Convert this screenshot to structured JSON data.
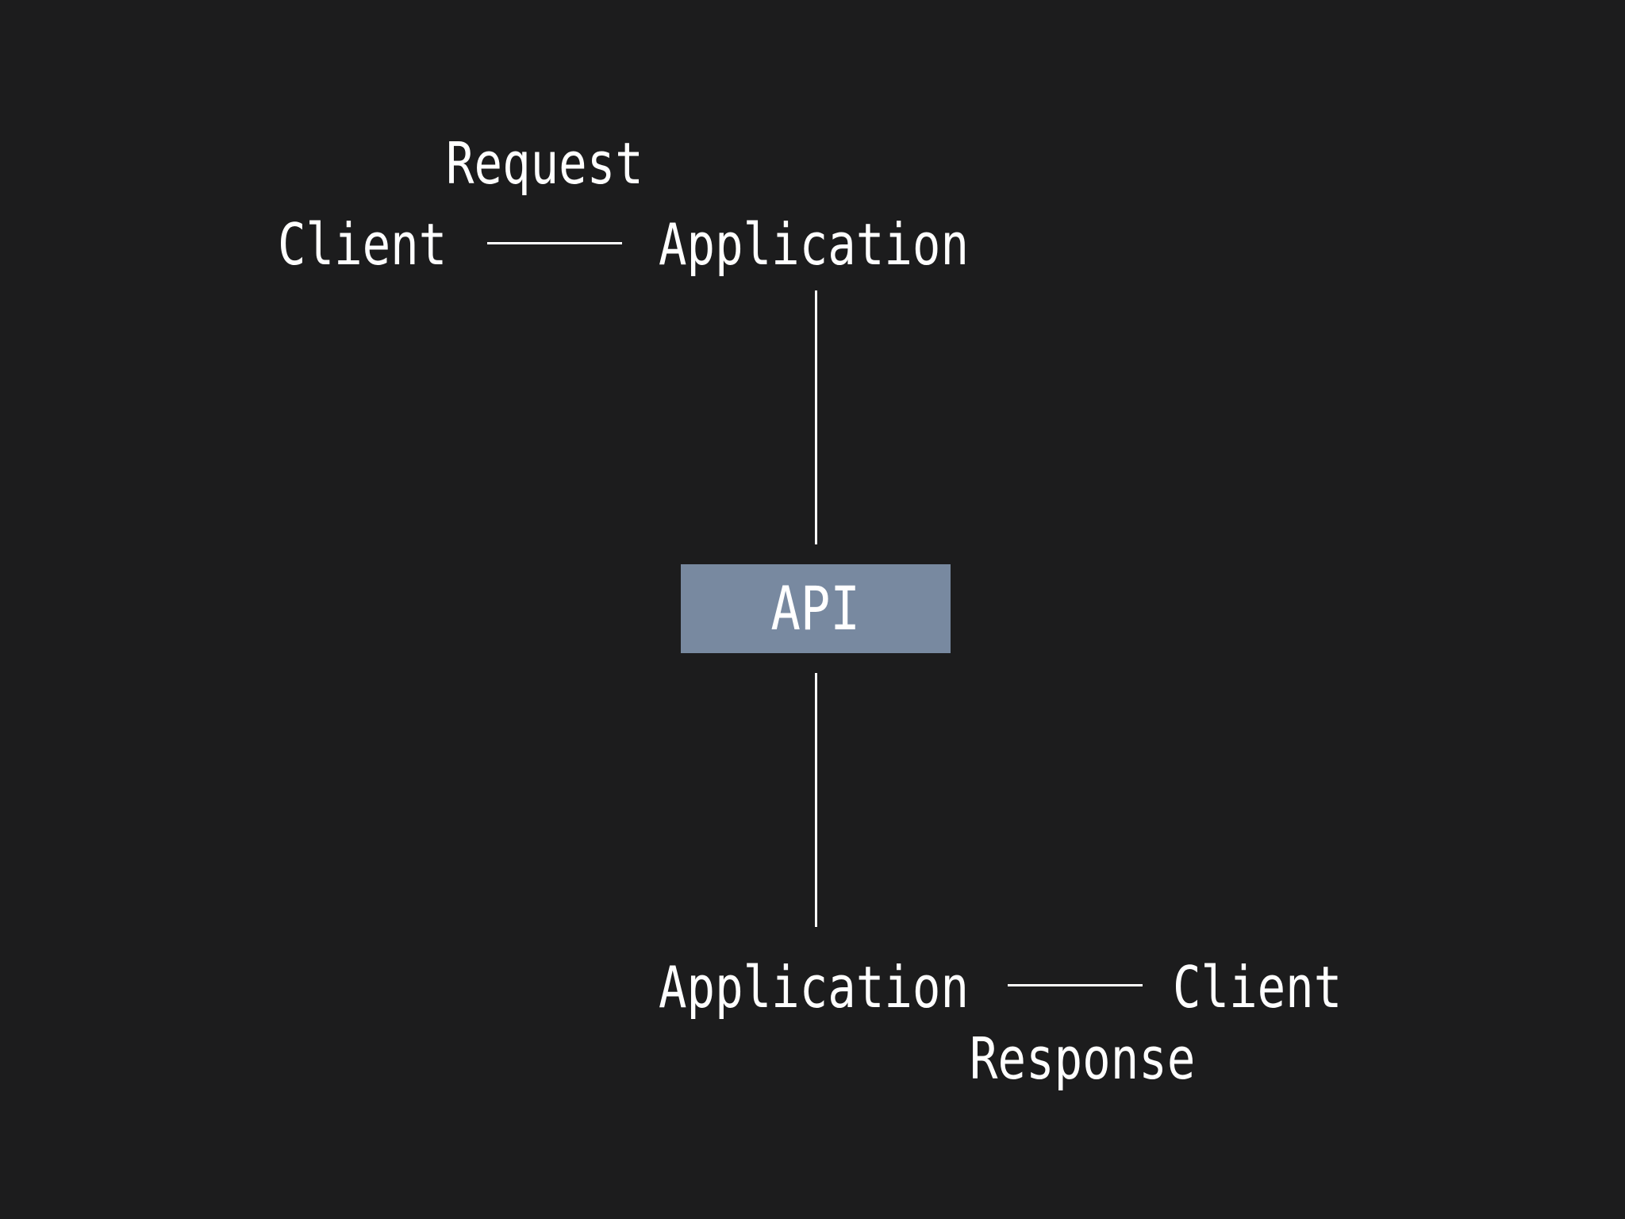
{
  "diagram": {
    "top_row": {
      "annotation": "Request",
      "from": "Client",
      "to": "Application"
    },
    "center": {
      "label": "API"
    },
    "bottom_row": {
      "from": "Application",
      "to": "Client",
      "annotation": "Response"
    }
  },
  "colors": {
    "background": "#1c1c1d",
    "foreground": "#ffffff",
    "api_box": "#7889a0"
  }
}
